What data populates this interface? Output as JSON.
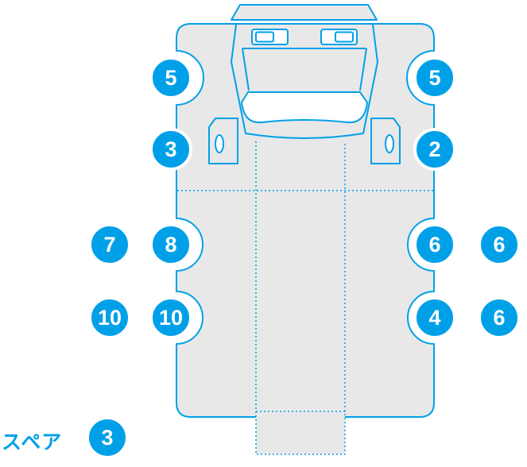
{
  "diagram": {
    "colors": {
      "accent": "#00A0E9",
      "body_fill": "#E8E8E8",
      "badge_text": "#FFFFFF"
    },
    "spare": {
      "label": "スペア",
      "value": "3"
    },
    "badges": {
      "front_left": "5",
      "front_right": "5",
      "cab_step_left": "3",
      "cab_step_right": "2",
      "mid_left_outer": "7",
      "mid_left_inner": "8",
      "mid_right_inner": "6",
      "mid_right_outer": "6",
      "rear_left_outer": "10",
      "rear_left_inner": "10",
      "rear_right_inner": "4",
      "rear_right_outer": "6"
    }
  }
}
